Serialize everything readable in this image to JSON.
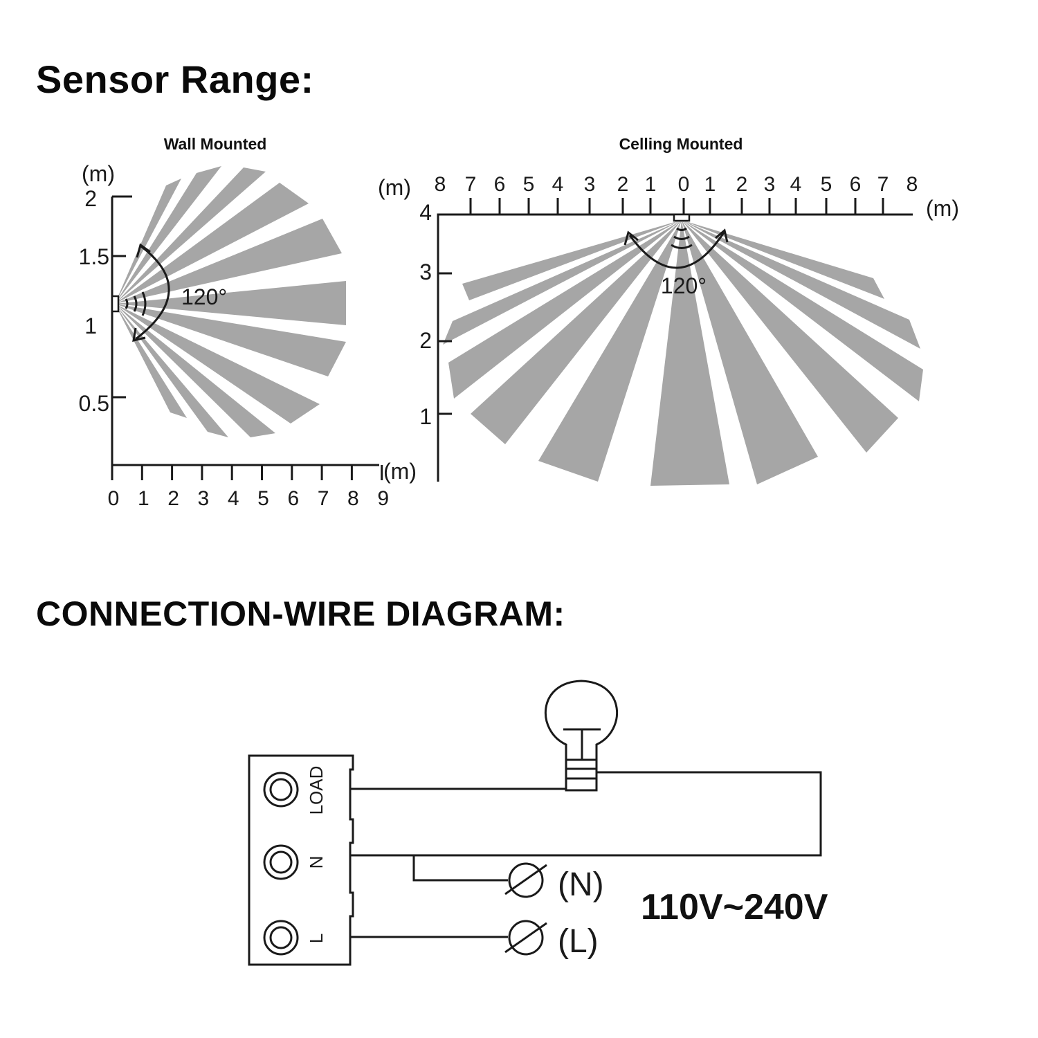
{
  "sensor_range": {
    "heading": "Sensor Range:",
    "wall_mounted": {
      "title": "Wall Mounted",
      "y_unit": "(m)",
      "x_unit": "(m)",
      "y_ticks": [
        "2",
        "1.5",
        "1",
        "0.5"
      ],
      "x_ticks": [
        "0",
        "1",
        "2",
        "3",
        "4",
        "5",
        "6",
        "7",
        "8",
        "9"
      ],
      "angle_label": "120°"
    },
    "ceiling_mounted": {
      "title": "Celling Mounted",
      "x_unit_left": "(m)",
      "x_unit_right": "(m)",
      "x_ticks": [
        "8",
        "7",
        "6",
        "5",
        "4",
        "3",
        "2",
        "1",
        "0",
        "1",
        "2",
        "3",
        "4",
        "5",
        "6",
        "7",
        "8"
      ],
      "y_ticks": [
        "4",
        "3",
        "2",
        "1"
      ],
      "angle_label": "120°"
    }
  },
  "wiring": {
    "heading": "CONNECTION-WIRE DIAGRAM:",
    "terminals": [
      "LOAD",
      "N",
      "L"
    ],
    "supply_n": "(N)",
    "supply_l": "(L)",
    "voltage": "110V~240V"
  },
  "colors": {
    "beam": "#a6a6a6",
    "line": "#1a1a1a"
  }
}
